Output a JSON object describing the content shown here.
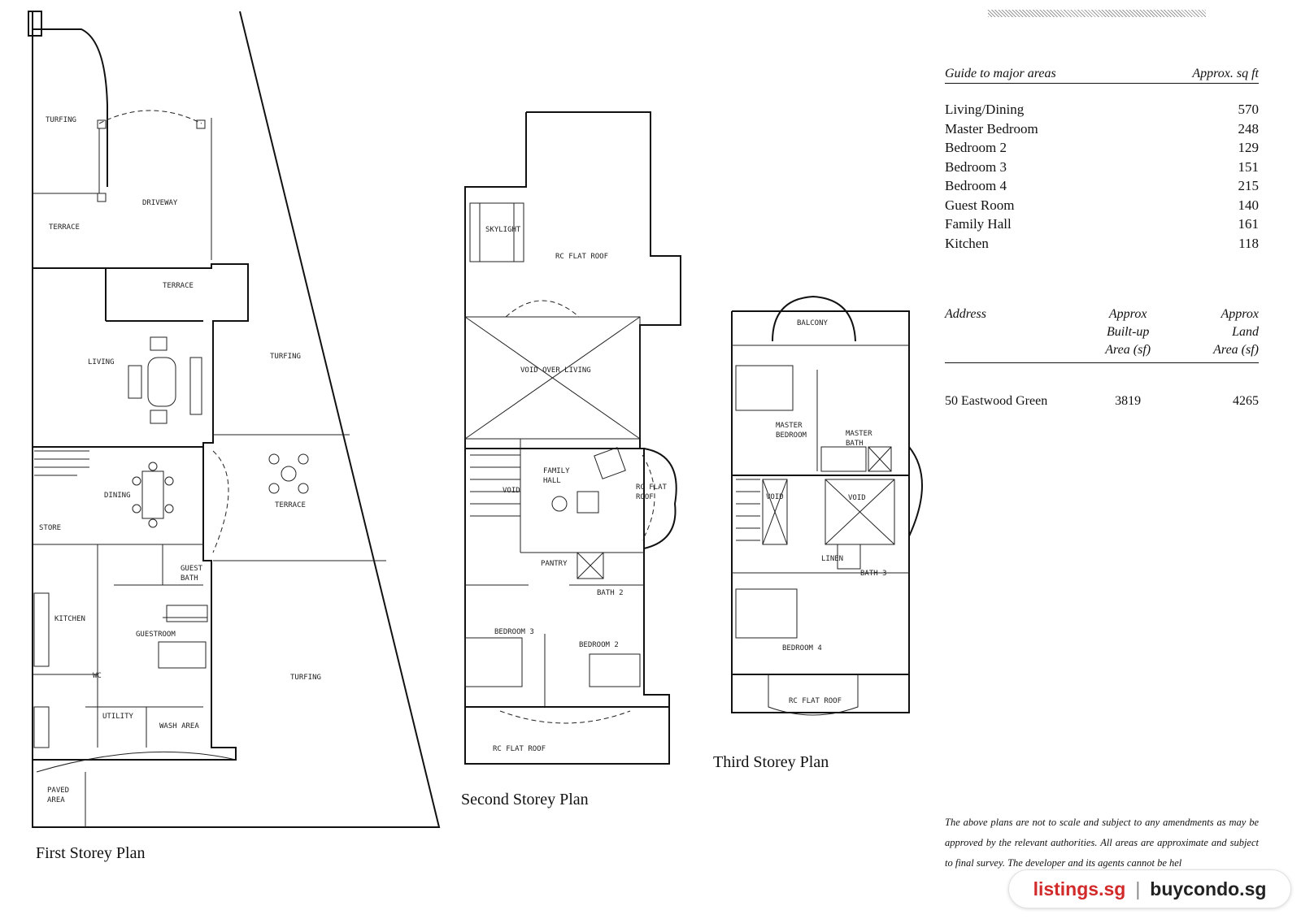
{
  "plan_titles": {
    "first": "First Storey Plan",
    "second": "Second Storey Plan",
    "third": "Third Storey Plan"
  },
  "first_storey_rooms": {
    "turfing_top": "TURFING",
    "driveway": "DRIVEWAY",
    "terrace_left": "TERRACE",
    "terrace_mid": "TERRACE",
    "living": "LIVING",
    "turfing_right": "TURFING",
    "dining": "DINING",
    "terrace_right": "TERRACE",
    "store": "STORE",
    "guest_bath": "GUEST\nBATH",
    "kitchen": "KITCHEN",
    "guestroom": "GUESTROOM",
    "wc": "WC",
    "turfing_bottom": "TURFING",
    "utility": "UTILITY",
    "wash_area": "WASH AREA",
    "paved_area": "PAVED\nAREA"
  },
  "second_storey_rooms": {
    "skylight": "SKYLIGHT",
    "rc_flat_roof_top": "RC FLAT ROOF",
    "void_over_living": "VOID OVER LIVING",
    "family_hall": "FAMILY\nHALL",
    "rc_flat_roof_side": "RC FLAT\nROOF",
    "void": "VOID",
    "pantry": "PANTRY",
    "bath2": "BATH 2",
    "bedroom3": "BEDROOM 3",
    "bedroom2": "BEDROOM 2",
    "rc_flat_roof_bottom": "RC FLAT ROOF"
  },
  "third_storey_rooms": {
    "balcony": "BALCONY",
    "master_bedroom": "MASTER\nBEDROOM",
    "master_bath": "MASTER\nBATH",
    "void_left": "VOID",
    "void_right": "VOID",
    "linen": "LINEN",
    "bath3": "BATH 3",
    "bedroom4": "BEDROOM 4",
    "rc_flat_roof": "RC FLAT ROOF"
  },
  "guide": {
    "header_left": "Guide to major areas",
    "header_right": "Approx. sq ft",
    "rows": [
      {
        "name": "Living/Dining",
        "value": "570"
      },
      {
        "name": "Master Bedroom",
        "value": "248"
      },
      {
        "name": "Bedroom 2",
        "value": "129"
      },
      {
        "name": "Bedroom 3",
        "value": "151"
      },
      {
        "name": "Bedroom 4",
        "value": "215"
      },
      {
        "name": "Guest Room",
        "value": "140"
      },
      {
        "name": "Family Hall",
        "value": "161"
      },
      {
        "name": "Kitchen",
        "value": "118"
      }
    ]
  },
  "address_table": {
    "h_address": "Address",
    "h_builtup": "Approx\nBuilt-up\nArea (sf)",
    "h_land": "Approx\nLand\nArea (sf)",
    "address": "50 Eastwood Green",
    "builtup": "3819",
    "land": "4265"
  },
  "note": "The above plans are not to scale and subject to any amendments as may be approved by the relevant authorities. All areas are approximate and subject to final survey. The developer and its agents cannot be hel",
  "watermark": {
    "left": "listings.sg",
    "separator": "|",
    "right": "buycondo.sg"
  }
}
